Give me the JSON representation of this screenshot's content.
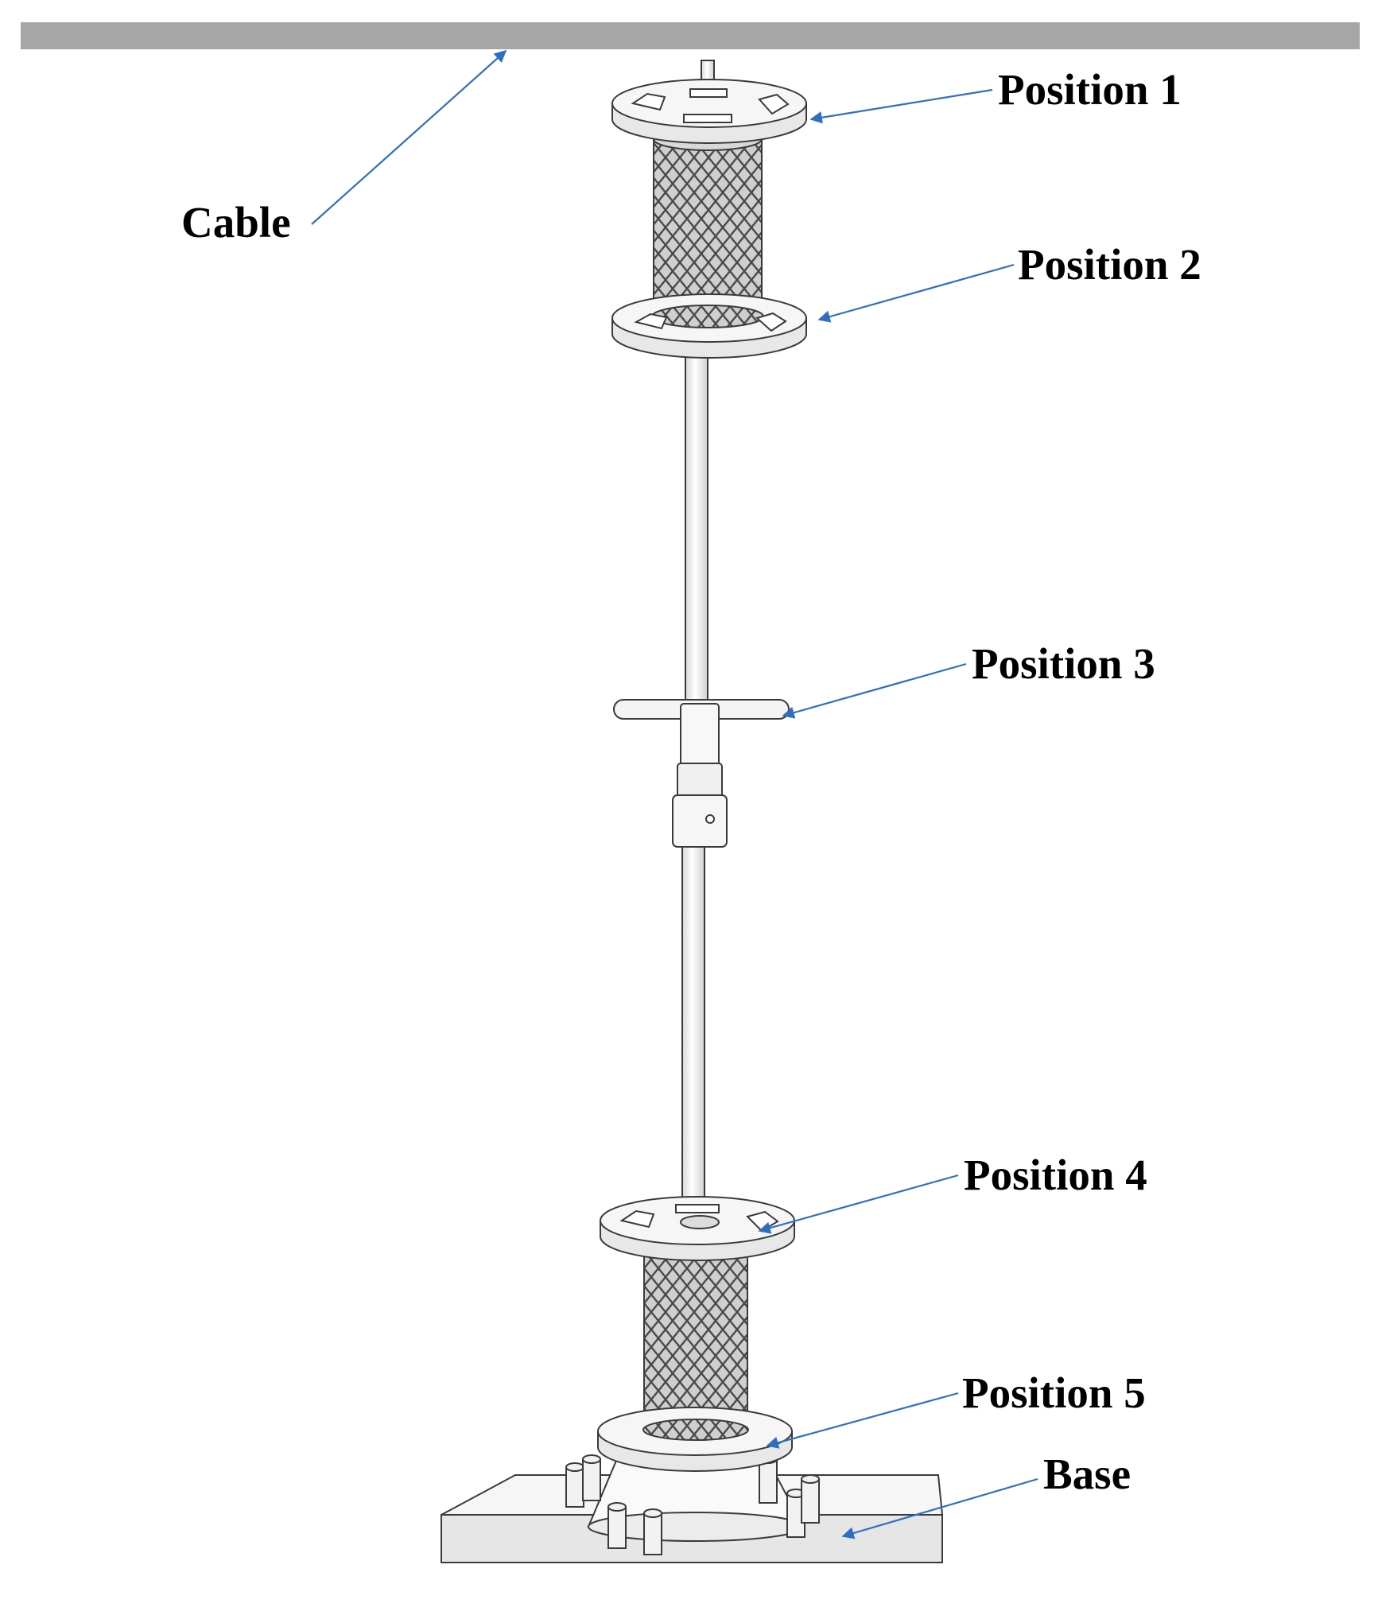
{
  "labels": {
    "cable": "Cable",
    "position_1": "Position 1",
    "position_2": "Position 2",
    "position_3": "Position 3",
    "position_4": "Position 4",
    "position_5": "Position 5",
    "base": "Base"
  },
  "colors": {
    "cable_bar": "#a6a6a6",
    "leader_line": "#2f6fc1",
    "part_fill": "#f4f4f4",
    "part_outline": "#3a3a3a",
    "mesh": "#4a4a4a"
  }
}
